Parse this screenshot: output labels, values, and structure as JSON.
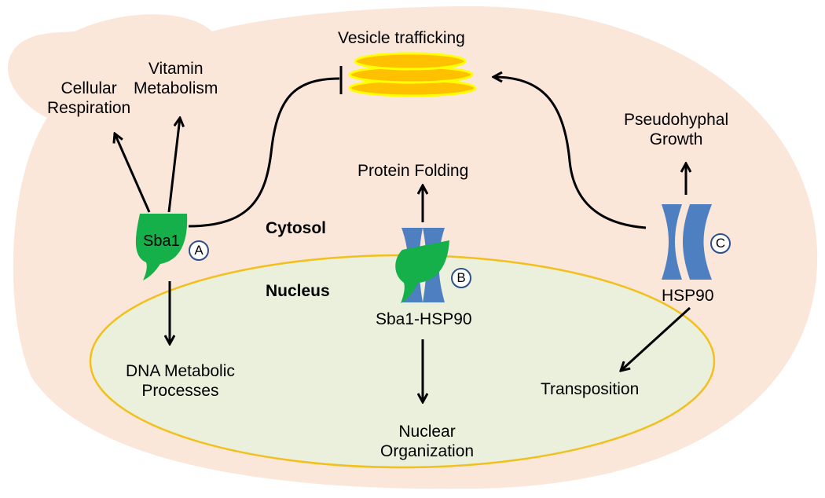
{
  "labels": {
    "vesicle_trafficking": "Vesicle trafficking",
    "vitamin_metabolism": [
      "Vitamin",
      "Metabolism"
    ],
    "cellular_respiration": [
      "Cellular",
      "Respiration"
    ],
    "pseudohyphal_growth": [
      "Pseudohyphal",
      "Growth"
    ],
    "protein_folding": "Protein Folding",
    "sba1": "Sba1",
    "cytosol": "Cytosol",
    "nucleus": "Nucleus",
    "sba1_hsp90": "Sba1-HSP90",
    "hsp90": "HSP90",
    "dna_metabolic": [
      "DNA Metabolic",
      "Processes"
    ],
    "nuclear_organization": [
      "Nuclear",
      "Organization"
    ],
    "transposition": "Transposition"
  },
  "badges": {
    "a": "A",
    "b": "B",
    "c": "C"
  },
  "icons": [
    "sba1-protein-icon",
    "hsp90-dimer-icon",
    "vesicle-stack-icon"
  ],
  "colors": {
    "cell": "#fbe6da",
    "nucleus_fill": "#eaf0dc",
    "nucleus_border": "#f2c01c",
    "vesicle_fill": "#ffc000",
    "vesicle_border": "#ffff00",
    "sba1": "#16b04a",
    "hsp90": "#4e7fc0",
    "arrow": "#000000"
  }
}
